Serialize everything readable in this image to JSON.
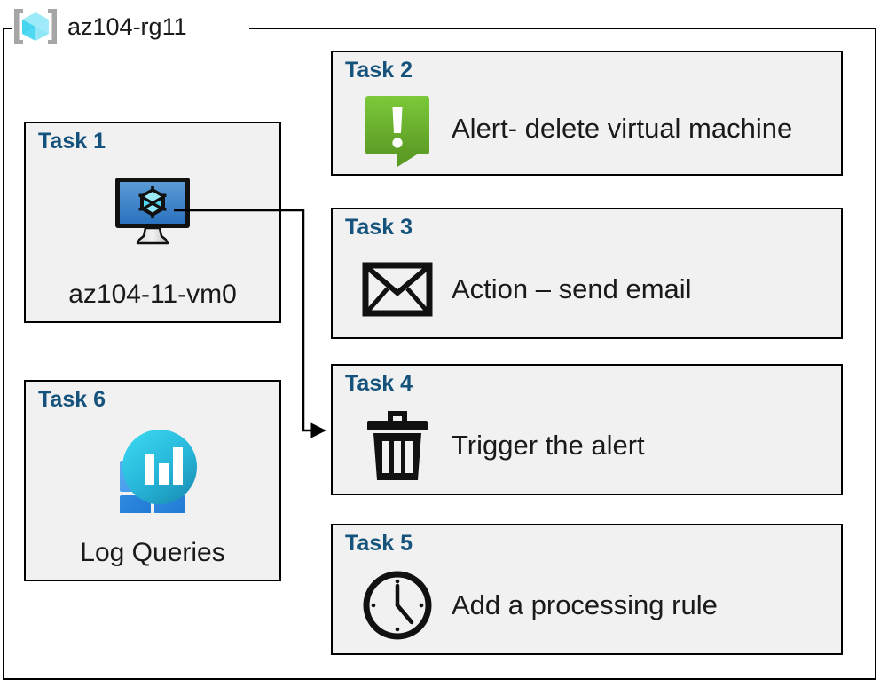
{
  "resource_group": {
    "title": "az104-rg11",
    "icon": "azure-resource-group-icon",
    "frame_border_color": "#000000"
  },
  "theme": {
    "card_background": "#f1f1f1",
    "card_border": "#000000",
    "task_label_color": "#15537d",
    "body_text_color": "#1a1a1a",
    "alert_green_light": "#78c832",
    "alert_green_dark": "#5e9e26",
    "vm_screen_blue_light": "#5b9bd5",
    "vm_screen_blue_dark": "#2a72c0",
    "log_cyan": "#32d0ec",
    "log_teal": "#1a8fb4",
    "log_blue": "#2487dd",
    "log_blue_light": "#4ea3ef",
    "rg_cube_light": "#9beaf8",
    "rg_cube_mid": "#4fd8f2",
    "rg_bracket": "#a6a6a6"
  },
  "cards": [
    {
      "id": "task-1",
      "title": "Task 1",
      "label": "az104-11-vm0",
      "icon": "virtual-machine-icon",
      "column": "left"
    },
    {
      "id": "task-2",
      "title": "Task 2",
      "label": "Alert- delete virtual machine",
      "icon": "alert-bubble-icon",
      "column": "right"
    },
    {
      "id": "task-3",
      "title": "Task 3",
      "label": "Action – send email",
      "icon": "envelope-icon",
      "column": "right"
    },
    {
      "id": "task-4",
      "title": "Task 4",
      "label": "Trigger the alert",
      "icon": "trash-can-icon",
      "column": "right"
    },
    {
      "id": "task-5",
      "title": "Task 5",
      "label": "Add a processing rule",
      "icon": "clock-icon",
      "column": "right"
    },
    {
      "id": "task-6",
      "title": "Task 6",
      "label": "Log Queries",
      "icon": "log-analytics-icon",
      "column": "left"
    }
  ],
  "connector": {
    "from": "task-1",
    "to": "task-4",
    "arrow_head": "right-arrow"
  }
}
